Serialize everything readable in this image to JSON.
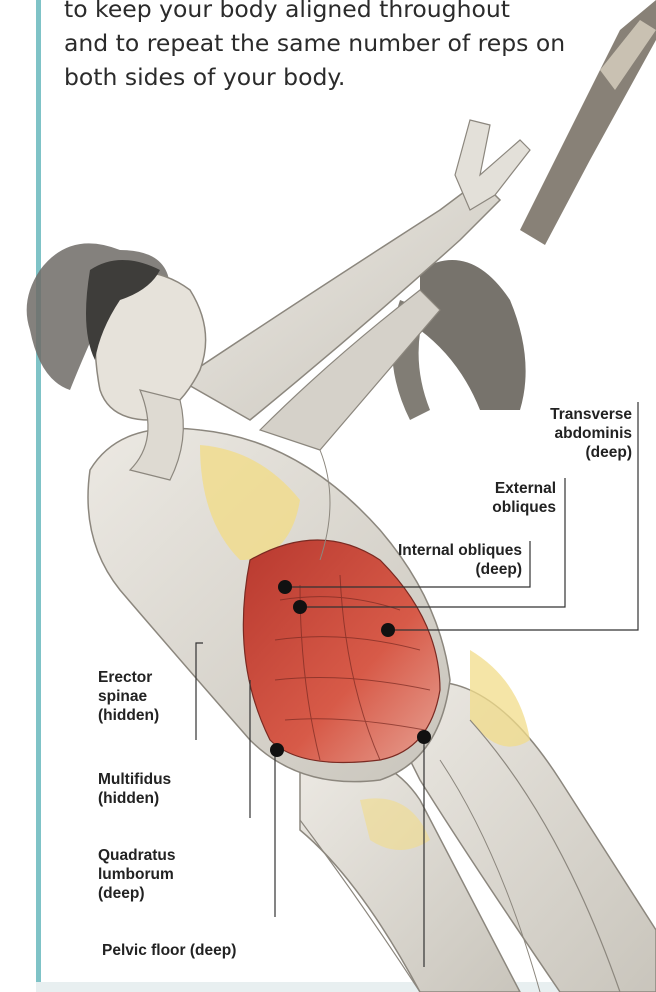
{
  "intro": {
    "lines": [
      "to keep your body aligned throughout",
      "and to repeat the same number of reps on",
      "both sides of your body."
    ]
  },
  "labels": {
    "transverse_abdominis": [
      "Transverse",
      "abdominis",
      "(deep)"
    ],
    "external_obliques": [
      "External",
      "obliques"
    ],
    "internal_obliques": [
      "Internal obliques",
      "(deep)"
    ],
    "erector_spinae": [
      "Erector",
      "spinae",
      "(hidden)"
    ],
    "multifidus": [
      "Multifidus",
      "(hidden)"
    ],
    "quadratus_lumborum": [
      "Quadratus",
      "lumborum",
      "(deep)"
    ],
    "pelvic_floor": [
      "Pelvic floor (deep)"
    ]
  },
  "colors": {
    "accent_rule": "#7fc3c7",
    "muscle_red": "#c8463a",
    "muscle_yellow": "#f1dc8a",
    "skin_grey": "#d9d6cf",
    "hair": "#4a4a4a"
  }
}
